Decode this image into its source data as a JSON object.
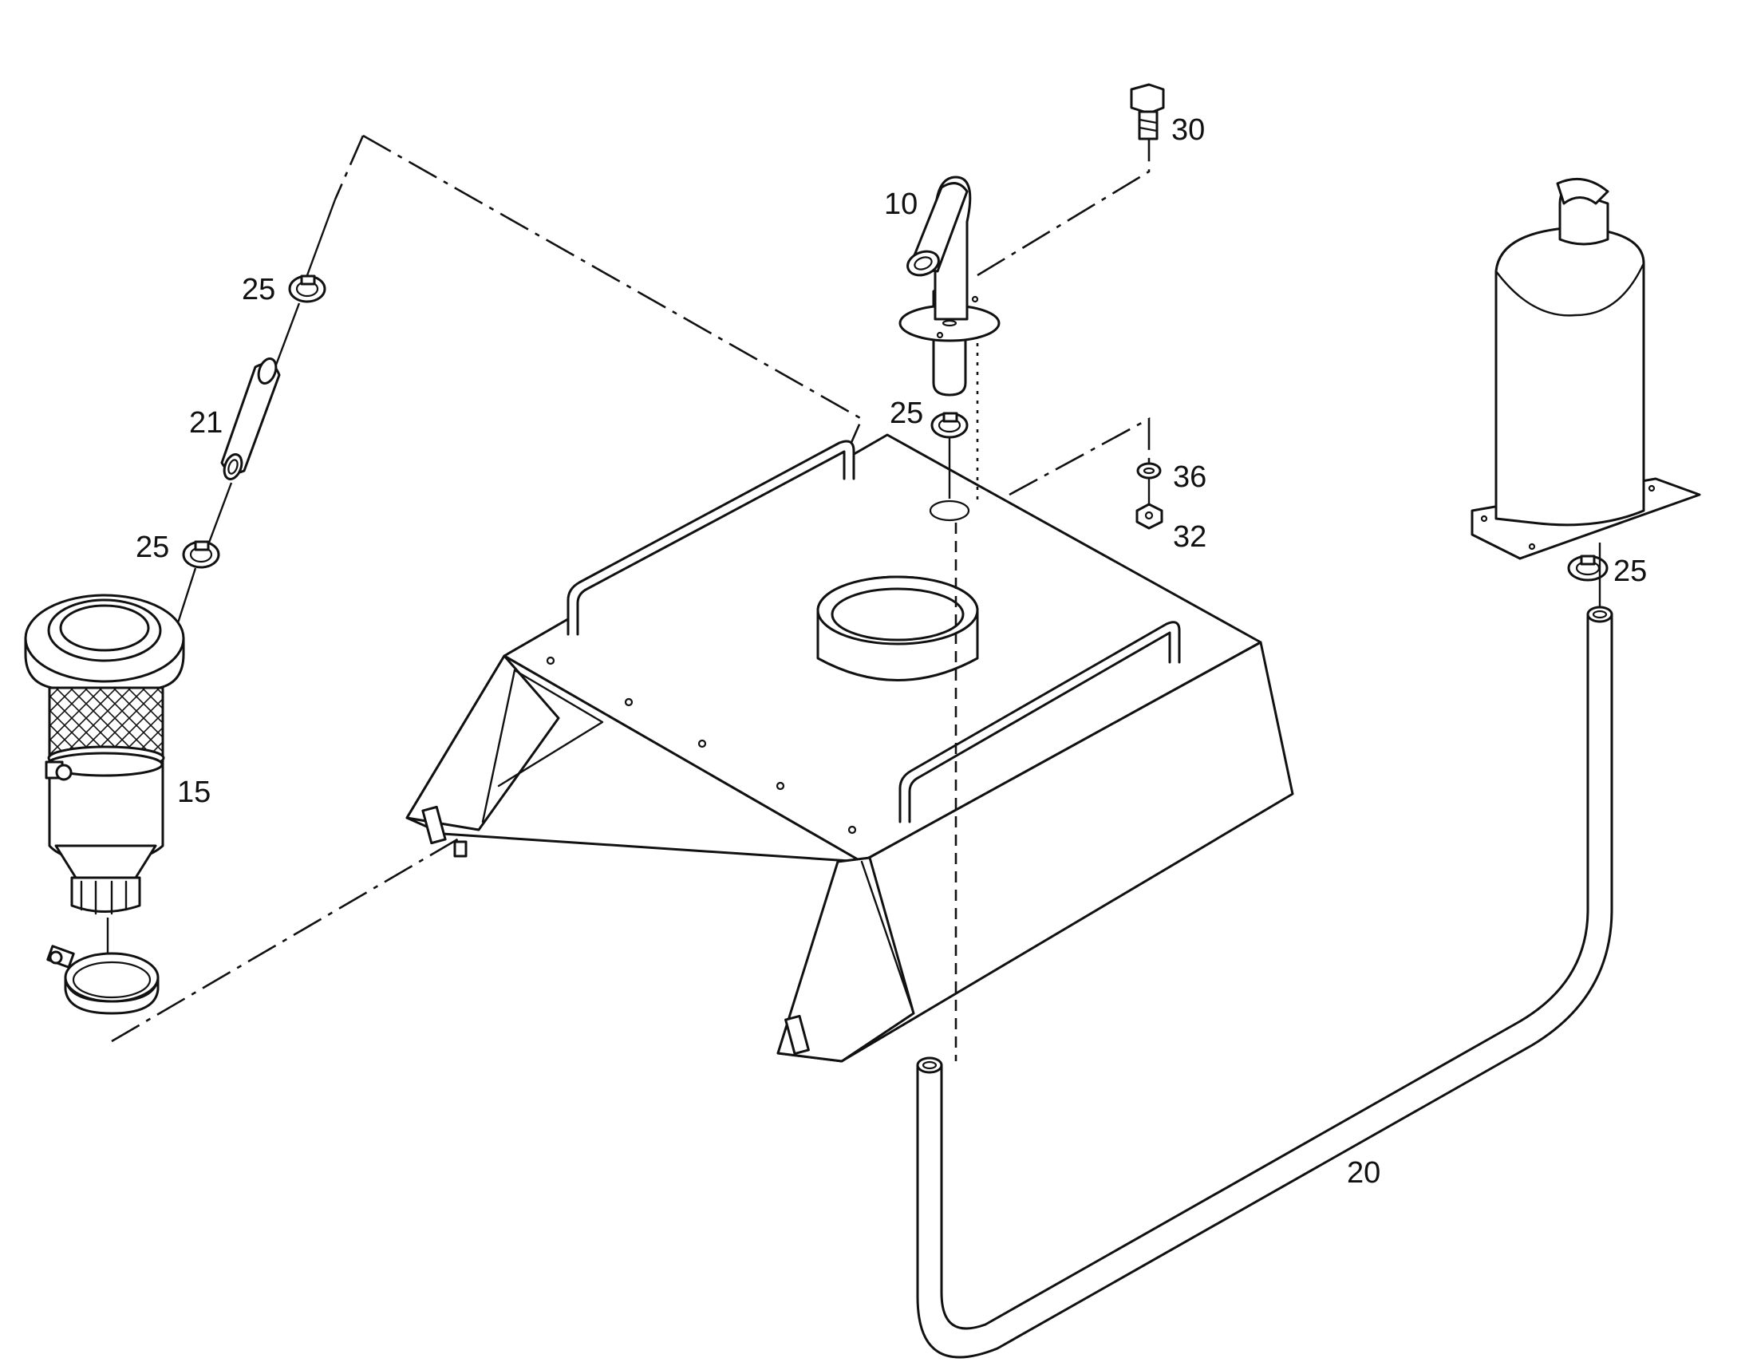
{
  "callouts": {
    "c10": "10",
    "c15": "15",
    "c20": "20",
    "c21": "21",
    "c25_upper_left": "25",
    "c25_lower_left": "25",
    "c25_center": "25",
    "c25_right": "25",
    "c30": "30",
    "c32": "32",
    "c36": "36"
  },
  "colors": {
    "line": "#111111",
    "background": "#ffffff"
  },
  "parts": [
    "exhaust-elbow-pipe",
    "air-filter-assembly",
    "bent-exhaust-hose",
    "straight-hose-section",
    "hose-clamp",
    "hex-bolt",
    "hex-nut",
    "washer",
    "engine-hood-cover",
    "muffler"
  ]
}
